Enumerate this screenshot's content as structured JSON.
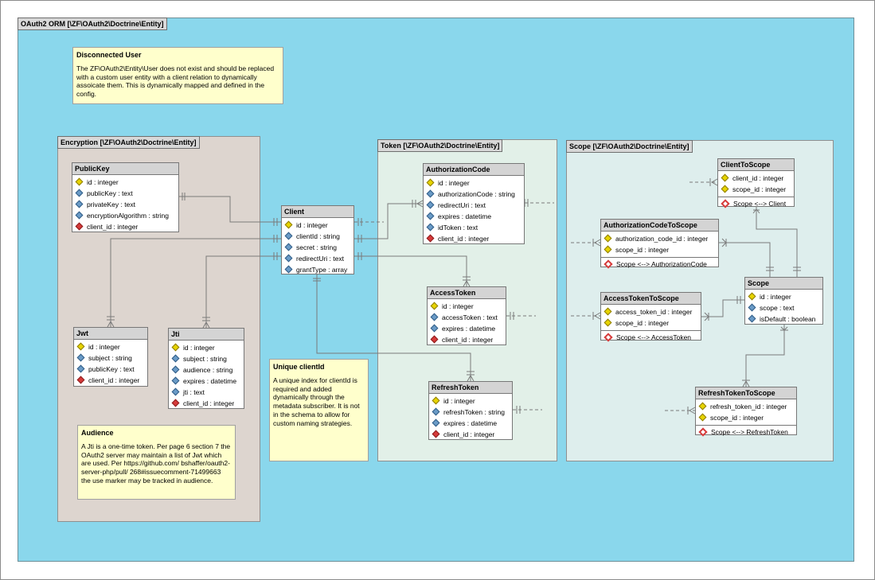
{
  "diagram": {
    "outer_package": "OAuth2 ORM [\\ZF\\OAuth2\\Doctrine\\Entity]",
    "packages": {
      "encryption": "Encryption [\\ZF\\OAuth2\\Doctrine\\Entity]",
      "token": "Token [\\ZF\\OAuth2\\Doctrine\\Entity]",
      "scope": "Scope [\\ZF\\OAuth2\\Doctrine\\Entity]"
    },
    "notes": {
      "disconnected_user": {
        "title": "Disconnected User",
        "body": "The ZF\\OAuth2\\Entity\\User does not exist and should be replaced with a custom user entity with a client relation to dynamically assoicate them.  This is dynamically mapped and defined in the config."
      },
      "audience": {
        "title": "Audience",
        "body": "A Jti is a one-time token.  Per page 6 section 7 the OAuth2 server may maintain a list of Jwt which are used.  Per https://github.com/ bshaffer/oauth2-server-php/pull/ 268#issuecomment-71499663 the use marker may be tracked in audience."
      },
      "unique_client_id": {
        "title": "Unique clientId",
        "body": "A unique index for clientId is required and added dynamically through the metadata subscriber.  It is not in the schema to allow for custom naming strategies."
      }
    },
    "entities": {
      "publickey": {
        "name": "PublicKey",
        "attrs": [
          "id : integer",
          "publicKey : text",
          "privateKey : text",
          "encryptionAlgorithm : string",
          "client_id : integer"
        ]
      },
      "jwt": {
        "name": "Jwt",
        "attrs": [
          "id : integer",
          "subject : string",
          "publicKey : text",
          "client_id : integer"
        ]
      },
      "jti": {
        "name": "Jti",
        "attrs": [
          "id : integer",
          "subject : string",
          "audience : string",
          "expires : datetime",
          "jti : text",
          "client_id : integer"
        ]
      },
      "client": {
        "name": "Client",
        "attrs": [
          "id : integer",
          "clientId : string",
          "secret : string",
          "redirectUri : text",
          "grantType : array"
        ]
      },
      "authorizationcode": {
        "name": "AuthorizationCode",
        "attrs": [
          "id : integer",
          "authorizationCode : string",
          "redirectUri : text",
          "expires : datetime",
          "idToken : text",
          "client_id : integer"
        ]
      },
      "accesstoken": {
        "name": "AccessToken",
        "attrs": [
          "id : integer",
          "accessToken : text",
          "expires : datetime",
          "client_id : integer"
        ]
      },
      "refreshtoken": {
        "name": "RefreshToken",
        "attrs": [
          "id : integer",
          "refreshToken : string",
          "expires : datetime",
          "client_id : integer"
        ]
      },
      "clienttoscope": {
        "name": "ClientToScope",
        "attrs": [
          "client_id : integer",
          "scope_id : integer"
        ],
        "index": "Scope <--> Client"
      },
      "authcodetoscope": {
        "name": "AuthorizationCodeToScope",
        "attrs": [
          "authorization_code_id : integer",
          "scope_id : integer"
        ],
        "index": "Scope <--> AuthorizationCode"
      },
      "accesstokentoscope": {
        "name": "AccessTokenToScope",
        "attrs": [
          "access_token_id : integer",
          "scope_id : integer"
        ],
        "index": "Scope <--> AccessToken"
      },
      "scope": {
        "name": "Scope",
        "attrs": [
          "id : integer",
          "scope : text",
          "isDefault : boolean"
        ]
      },
      "refreshtokentoscope": {
        "name": "RefreshTokenToScope",
        "attrs": [
          "refresh_token_id : integer",
          "scope_id : integer"
        ],
        "index": "Scope <--> RefreshToken"
      }
    },
    "colors": {
      "outer_bg": "#8ad7ec",
      "encryption_bg": "#ddd5cf",
      "token_bg": "#e2f0e8",
      "scope_bg": "#deeeed",
      "note_bg": "#ffffcc",
      "header_bg": "#d4d4d4",
      "primary_key_icon": "#e7d400",
      "attribute_icon": "#6a9bc7",
      "foreign_key_icon": "#d63a3a"
    }
  }
}
